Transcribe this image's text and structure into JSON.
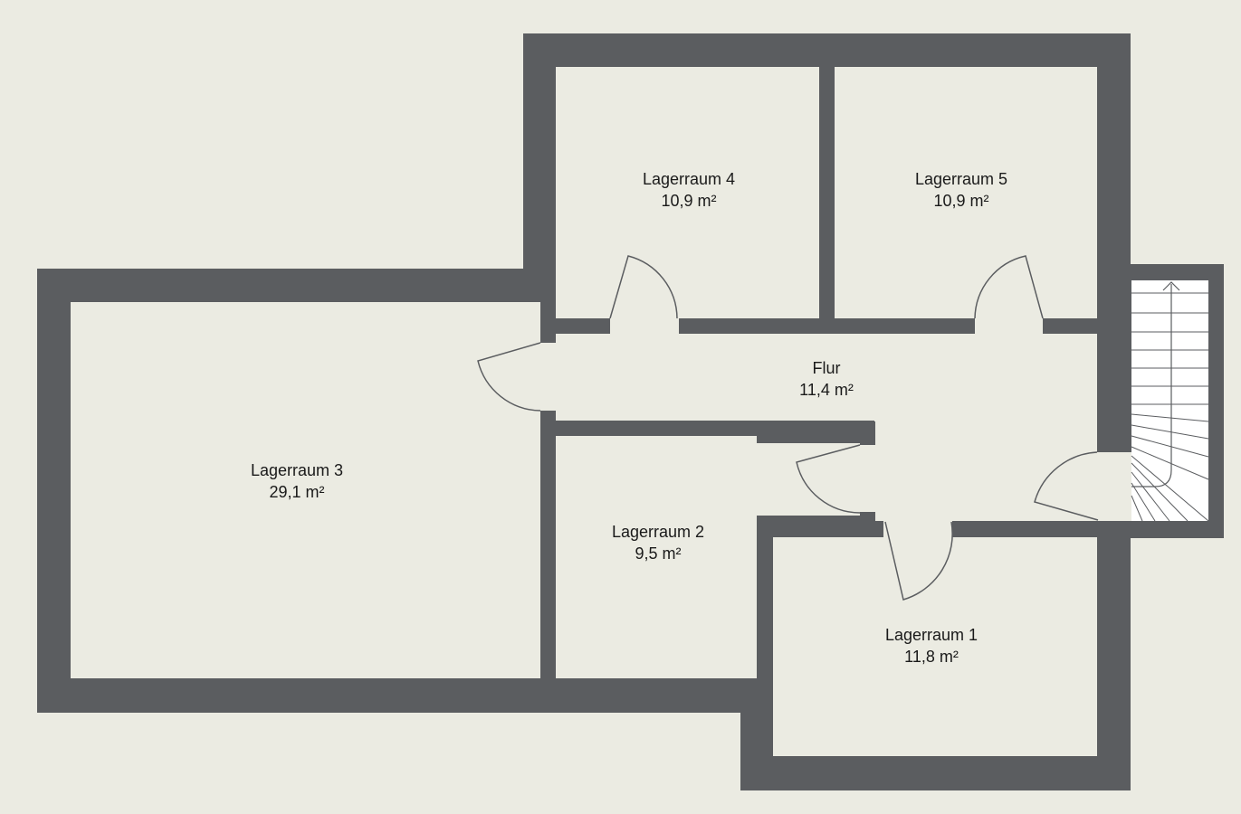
{
  "colors": {
    "background": "#ebebe2",
    "floor": "#ebebe2",
    "wall": "#5b5d60",
    "door_line": "#5b5d60",
    "stair_fill": "#ffffff",
    "stair_line": "#5b5d60",
    "text": "#1a1a1a"
  },
  "rooms": [
    {
      "name": "Lagerraum 4",
      "area": "10,9 m²"
    },
    {
      "name": "Lagerraum 5",
      "area": "10,9 m²"
    },
    {
      "name": "Flur",
      "area": "11,4 m²"
    },
    {
      "name": "Lagerraum 3",
      "area": "29,1 m²"
    },
    {
      "name": "Lagerraum 2",
      "area": "9,5 m²"
    },
    {
      "name": "Lagerraum 1",
      "area": "11,8 m²"
    }
  ],
  "staircase": {
    "icon": "staircase-up-arrow-icon"
  }
}
